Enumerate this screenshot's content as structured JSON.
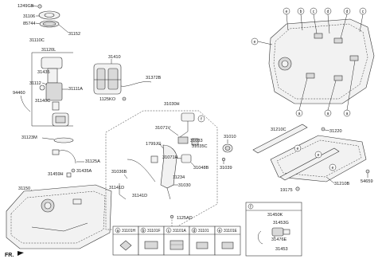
{
  "labels": {
    "p1249GB": "1249GB",
    "p31106": "31106",
    "p85744": "85744",
    "p31152": "31152",
    "p31110C": "31110C",
    "p31120L": "31120L",
    "p31435": "31435",
    "p31112": "31112",
    "p31111A": "31111A",
    "p31140C": "31140C",
    "p94460": "94460",
    "p31410": "31410",
    "p31372B": "31372B",
    "p1125KO": "1125KO",
    "p31123M": "31123M",
    "p31125A": "31125A",
    "p31435A": "31435A",
    "p31459H": "31459H",
    "p31150": "31150",
    "p31030H": "31030H",
    "p31071V": "31071V",
    "p1799JG": "1799JG",
    "p31033": "31033",
    "p31035C": "31035C",
    "p31071H": "31071H",
    "p31048B": "31048B",
    "p31036B": "31036B",
    "p11234": "11234",
    "p31030": "31030",
    "p31141D_a": "31141D",
    "p31141D_b": "31141D",
    "p1125AD": "1125AD",
    "p31010": "31010",
    "p31039": "31039",
    "p31210C": "31210C",
    "p31220": "31220",
    "p31210B": "31210B",
    "p19175": "19175",
    "p54659": "54659",
    "p31450K": "31450K",
    "p31453G": "31453G",
    "p31476E": "31476E",
    "p31453": "31453",
    "fr": "FR."
  },
  "legend_items": [
    {
      "letter": "a",
      "code": "31101H"
    },
    {
      "letter": "b",
      "code": "31101F"
    },
    {
      "letter": "c",
      "code": "31101A"
    },
    {
      "letter": "d",
      "code": "31101"
    },
    {
      "letter": "e",
      "code": "31101E"
    }
  ],
  "detail_box": {
    "letter": "f"
  },
  "callouts": {
    "a": "a",
    "b": "b",
    "c": "c",
    "d": "d",
    "e": "e",
    "f": "f"
  }
}
